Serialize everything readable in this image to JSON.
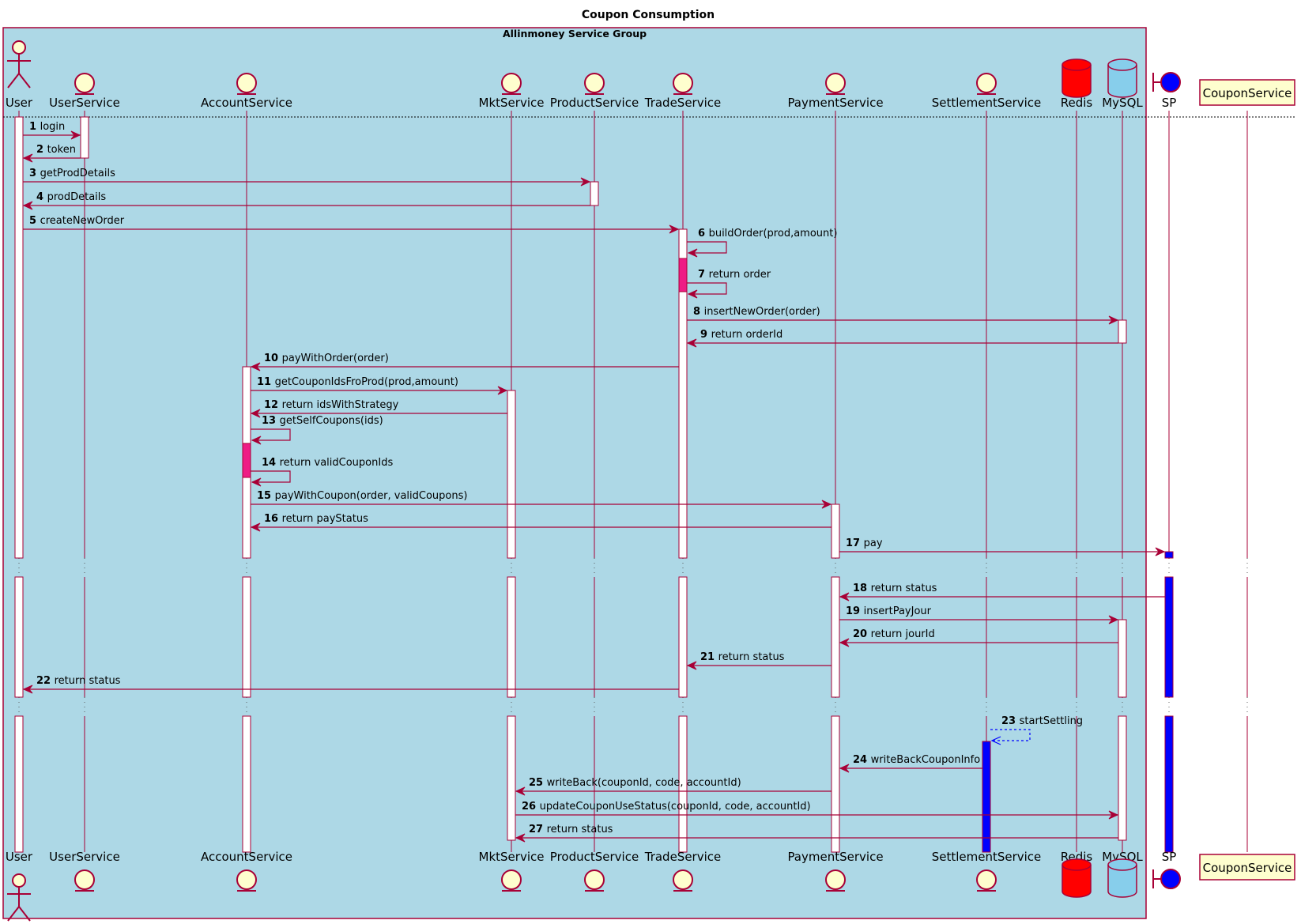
{
  "title": "Coupon Consumption",
  "group": {
    "label": "Allinmoney Service Group"
  },
  "colors": {
    "group_bg": "#ADD8E6",
    "line": "#A80036",
    "entity_fill": "#FEFECE",
    "redis_fill": "#FF0000",
    "mysql_fill": "#87CEEB",
    "boundary_fill": "#0000FF",
    "activation_default": "#FFFFFF",
    "activation_pink": "#EE1C85",
    "activation_blue": "#0000FF",
    "async_arrow": "#0000FF"
  },
  "participants": [
    {
      "id": "user",
      "label": "User",
      "icon": "actor-icon"
    },
    {
      "id": "userservice",
      "label": "UserService",
      "icon": "entity-icon"
    },
    {
      "id": "accountservice",
      "label": "AccountService",
      "icon": "entity-icon"
    },
    {
      "id": "mktservice",
      "label": "MktService",
      "icon": "entity-icon"
    },
    {
      "id": "productservice",
      "label": "ProductService",
      "icon": "entity-icon"
    },
    {
      "id": "tradeservice",
      "label": "TradeService",
      "icon": "entity-icon"
    },
    {
      "id": "paymentservice",
      "label": "PaymentService",
      "icon": "entity-icon"
    },
    {
      "id": "settlementservice",
      "label": "SettlementService",
      "icon": "entity-icon"
    },
    {
      "id": "redis",
      "label": "Redis",
      "icon": "database-icon"
    },
    {
      "id": "mysql",
      "label": "MySQL",
      "icon": "database-icon"
    },
    {
      "id": "sp",
      "label": "SP",
      "icon": "boundary-icon"
    },
    {
      "id": "couponservice",
      "label": "CouponService",
      "icon": "participant-box"
    }
  ],
  "messages": [
    {
      "n": "1",
      "text": "login",
      "from": "user",
      "to": "userservice"
    },
    {
      "n": "2",
      "text": "token",
      "from": "userservice",
      "to": "user"
    },
    {
      "n": "3",
      "text": "getProdDetails",
      "from": "user",
      "to": "productservice"
    },
    {
      "n": "4",
      "text": "prodDetails",
      "from": "productservice",
      "to": "user"
    },
    {
      "n": "5",
      "text": "createNewOrder",
      "from": "user",
      "to": "tradeservice"
    },
    {
      "n": "6",
      "text": "buildOrder(prod,amount)",
      "from": "tradeservice",
      "to": "tradeservice"
    },
    {
      "n": "7",
      "text": "return order",
      "from": "tradeservice",
      "to": "tradeservice"
    },
    {
      "n": "8",
      "text": "insertNewOrder(order)",
      "from": "tradeservice",
      "to": "mysql"
    },
    {
      "n": "9",
      "text": "return orderId",
      "from": "mysql",
      "to": "tradeservice"
    },
    {
      "n": "10",
      "text": "payWithOrder(order)",
      "from": "tradeservice",
      "to": "accountservice"
    },
    {
      "n": "11",
      "text": "getCouponIdsFroProd(prod,amount)",
      "from": "accountservice",
      "to": "mktservice"
    },
    {
      "n": "12",
      "text": "return idsWithStrategy",
      "from": "mktservice",
      "to": "accountservice"
    },
    {
      "n": "13",
      "text": "getSelfCoupons(ids)",
      "from": "accountservice",
      "to": "accountservice"
    },
    {
      "n": "14",
      "text": "return validCouponIds",
      "from": "accountservice",
      "to": "accountservice"
    },
    {
      "n": "15",
      "text": "payWithCoupon(order, validCoupons)",
      "from": "accountservice",
      "to": "paymentservice"
    },
    {
      "n": "16",
      "text": "return payStatus",
      "from": "paymentservice",
      "to": "accountservice"
    },
    {
      "n": "17",
      "text": "pay",
      "from": "paymentservice",
      "to": "sp"
    },
    {
      "n": "18",
      "text": "return status",
      "from": "sp",
      "to": "paymentservice"
    },
    {
      "n": "19",
      "text": "insertPayJour",
      "from": "paymentservice",
      "to": "mysql"
    },
    {
      "n": "20",
      "text": "return jourId",
      "from": "mysql",
      "to": "paymentservice"
    },
    {
      "n": "21",
      "text": "return status",
      "from": "paymentservice",
      "to": "tradeservice"
    },
    {
      "n": "22",
      "text": "return status",
      "from": "tradeservice",
      "to": "user"
    },
    {
      "n": "23",
      "text": "startSettling",
      "from": "settlementservice",
      "to": "settlementservice",
      "style": "async"
    },
    {
      "n": "24",
      "text": "writeBackCouponInfo",
      "from": "settlementservice",
      "to": "paymentservice"
    },
    {
      "n": "25",
      "text": "writeBack(couponId, code, accountId)",
      "from": "paymentservice",
      "to": "mktservice"
    },
    {
      "n": "26",
      "text": "updateCouponUseStatus(couponId, code, accountId)",
      "from": "mktservice",
      "to": "mysql"
    },
    {
      "n": "27",
      "text": "return status",
      "from": "mysql",
      "to": "mktservice"
    }
  ]
}
